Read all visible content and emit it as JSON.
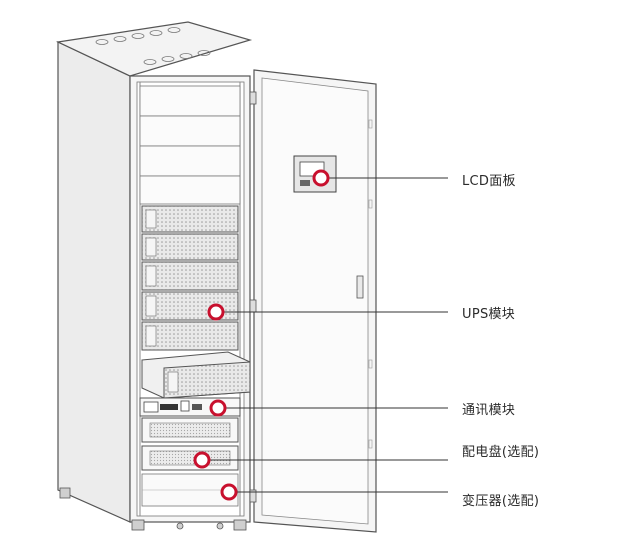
{
  "callouts": [
    {
      "id": "lcd",
      "label": "LCD面板"
    },
    {
      "id": "ups",
      "label": "UPS模块"
    },
    {
      "id": "comm",
      "label": "通讯模块"
    },
    {
      "id": "pdu",
      "label": "配电盘(选配)"
    },
    {
      "id": "transformer",
      "label": "变压器(选配)"
    }
  ],
  "colors": {
    "marker_ring": "#c8102e",
    "outline": "#555555",
    "panel_fill": "#efefef",
    "leader_line": "#333333"
  }
}
